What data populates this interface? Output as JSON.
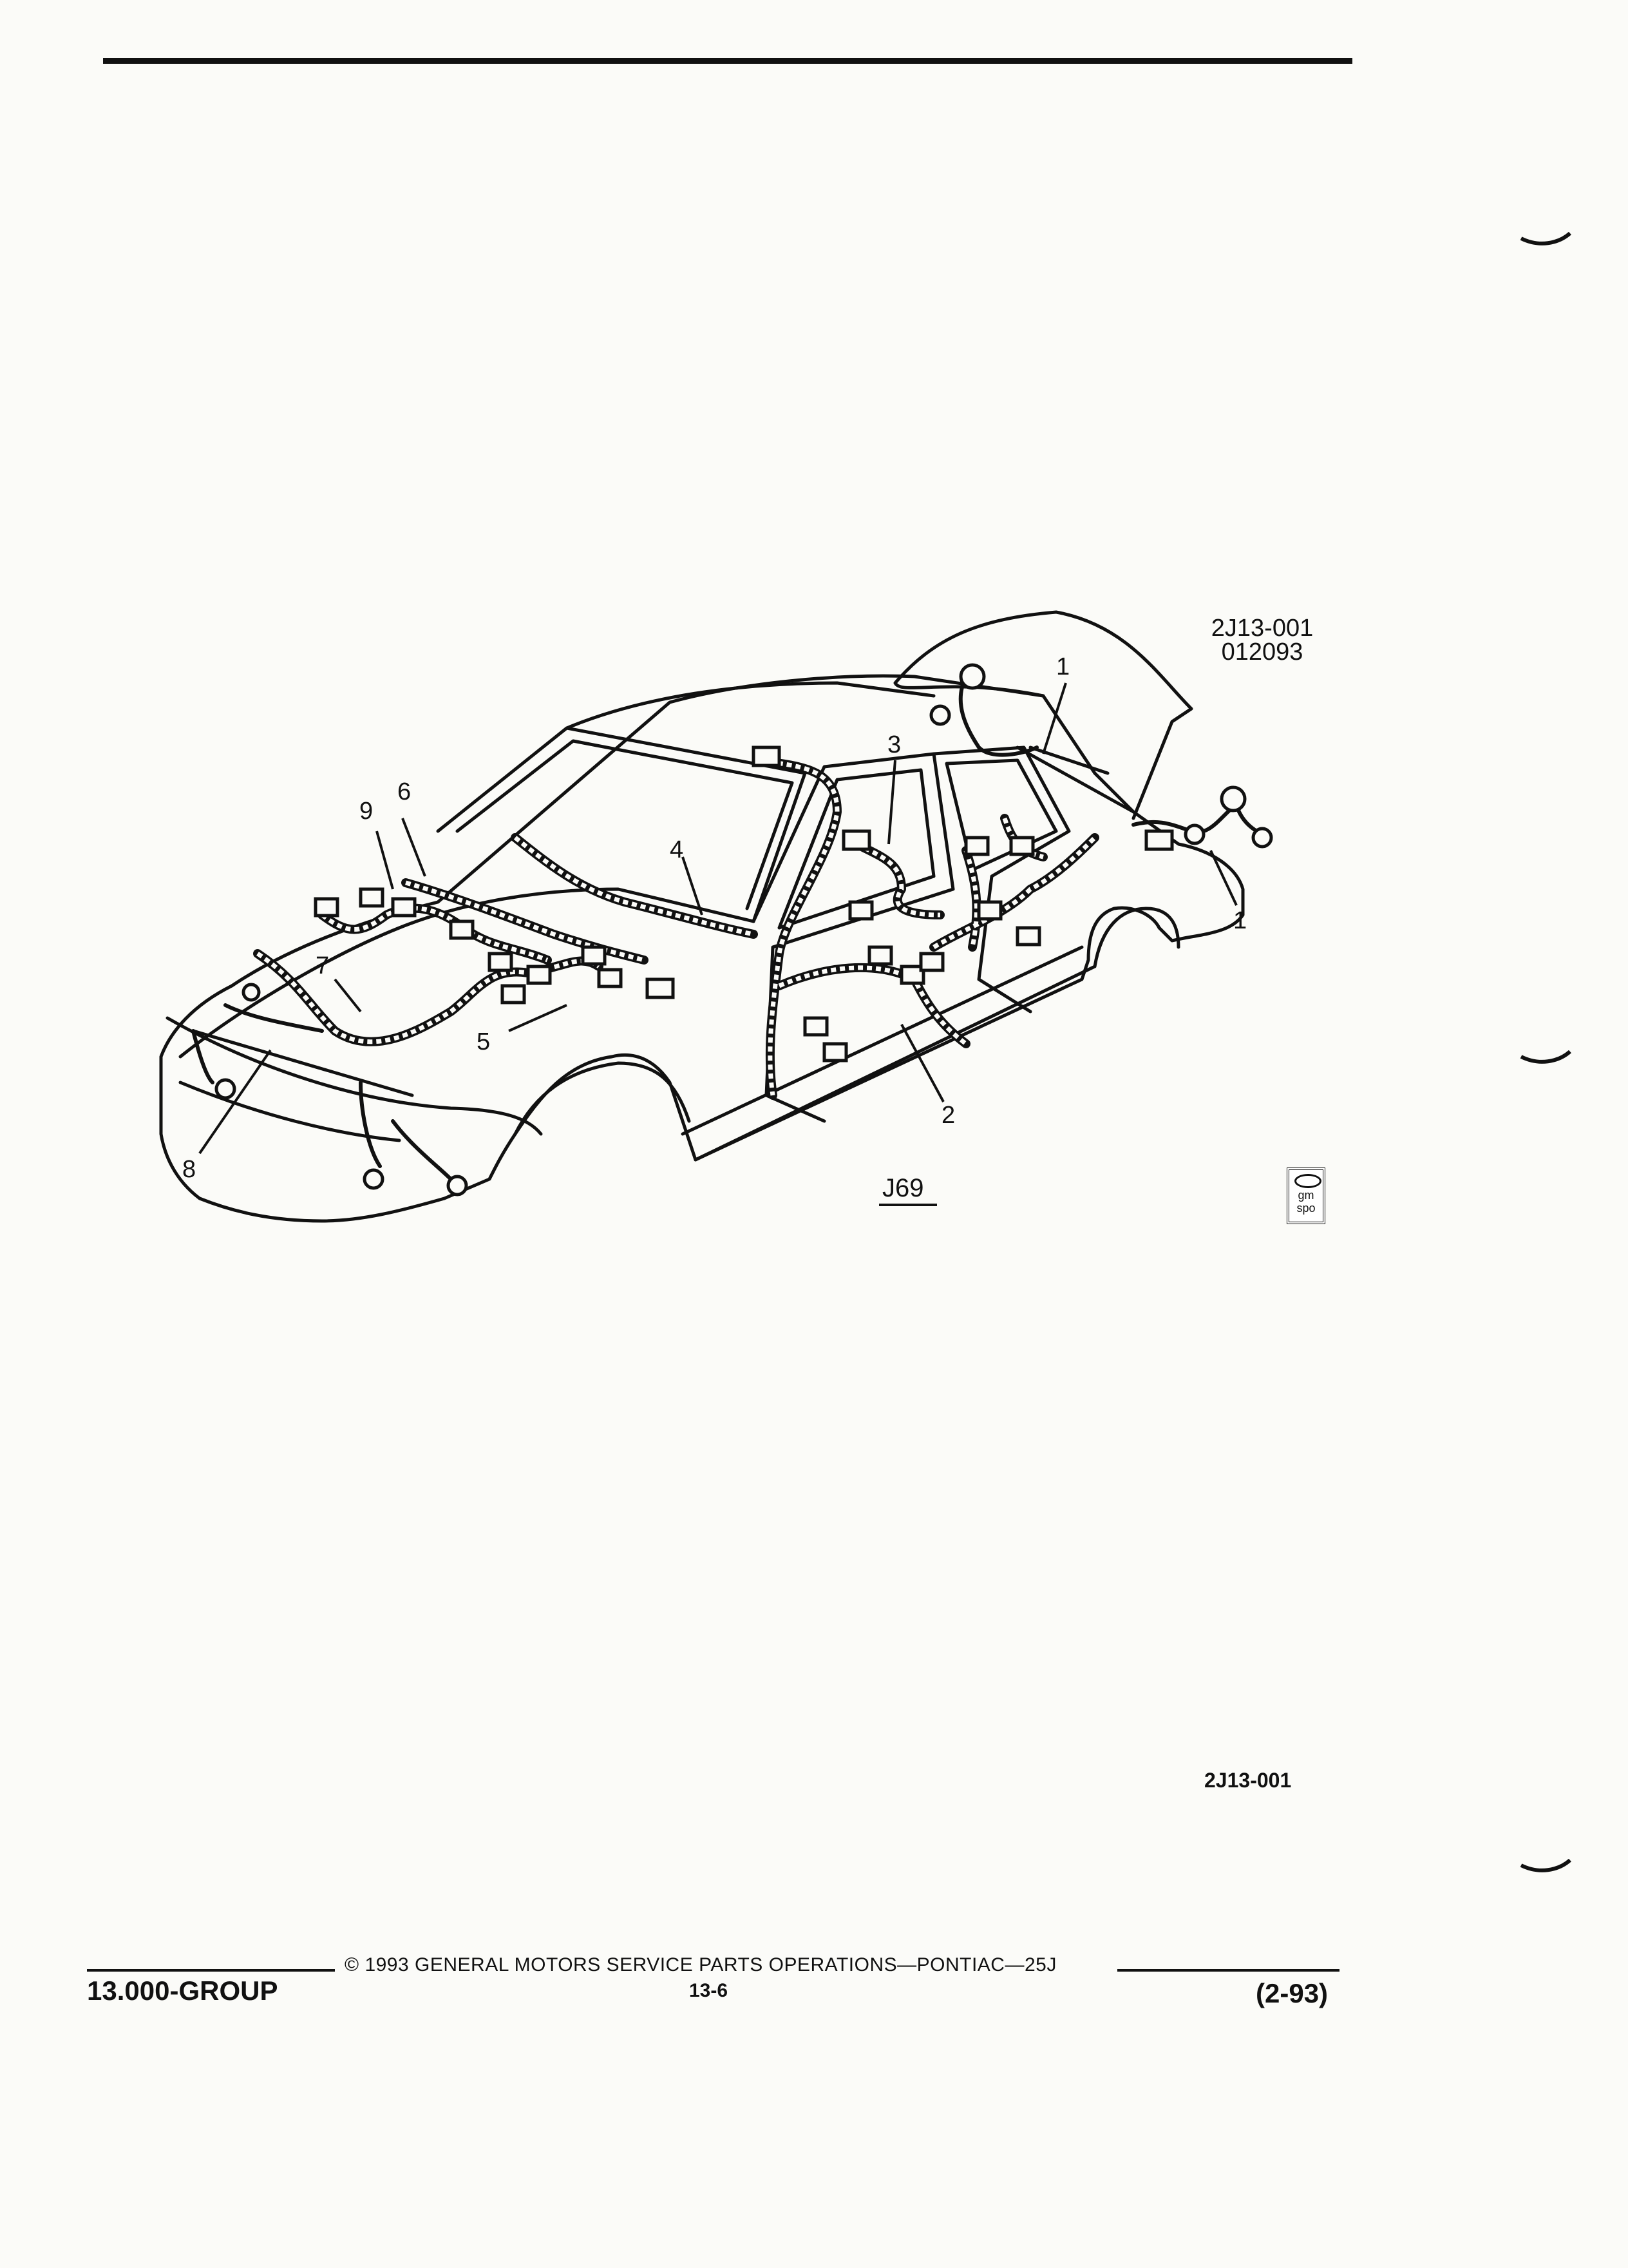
{
  "figure": {
    "id_top": "2J13-001",
    "date_code": "012093",
    "model_label": "J69",
    "callouts": [
      "1",
      "1",
      "2",
      "3",
      "4",
      "5",
      "6",
      "7",
      "8",
      "9"
    ],
    "logo": {
      "top": "gm",
      "bottom": "spo"
    }
  },
  "page": {
    "figure_ref": "2J13-001"
  },
  "footer": {
    "copyright": "©  1993  GENERAL MOTORS SERVICE PARTS OPERATIONS—PONTIAC—25J",
    "group": "13.000-GROUP",
    "page_number": "13-6",
    "date": "(2-93)"
  }
}
